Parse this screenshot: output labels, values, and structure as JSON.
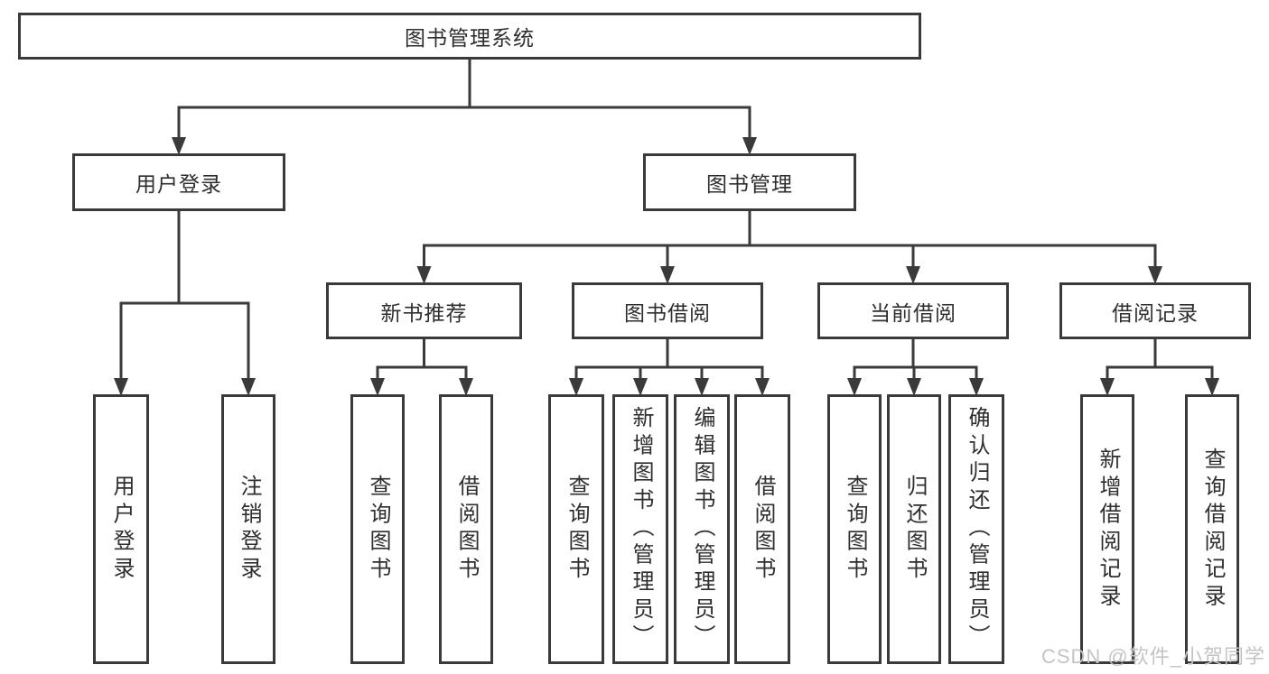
{
  "diagram": {
    "nodes": [
      {
        "id": "root",
        "label": "图书管理系统",
        "parent": null
      },
      {
        "id": "user-login",
        "label": "用户登录",
        "parent": "root"
      },
      {
        "id": "book-mgmt",
        "label": "图书管理",
        "parent": "root"
      },
      {
        "id": "leaf-user-login",
        "label": "用户登录",
        "parent": "user-login"
      },
      {
        "id": "leaf-logout",
        "label": "注销登录",
        "parent": "user-login"
      },
      {
        "id": "new-book-rec",
        "label": "新书推荐",
        "parent": "book-mgmt"
      },
      {
        "id": "book-borrow",
        "label": "图书借阅",
        "parent": "book-mgmt"
      },
      {
        "id": "current-borrow",
        "label": "当前借阅",
        "parent": "book-mgmt"
      },
      {
        "id": "borrow-records",
        "label": "借阅记录",
        "parent": "book-mgmt"
      },
      {
        "id": "nbr-query-books",
        "label": "查询图书",
        "parent": "new-book-rec"
      },
      {
        "id": "nbr-borrow-books",
        "label": "借阅图书",
        "parent": "new-book-rec"
      },
      {
        "id": "bb-query-books",
        "label": "查询图书",
        "parent": "book-borrow"
      },
      {
        "id": "bb-add-books",
        "label": "新增图书（管理员）",
        "parent": "book-borrow"
      },
      {
        "id": "bb-edit-books",
        "label": "编辑图书（管理员）",
        "parent": "book-borrow"
      },
      {
        "id": "bb-borrow-books",
        "label": "借阅图书",
        "parent": "book-borrow"
      },
      {
        "id": "cb-query-books",
        "label": "查询图书",
        "parent": "current-borrow"
      },
      {
        "id": "cb-return-books",
        "label": "归还图书",
        "parent": "current-borrow"
      },
      {
        "id": "cb-confirm-return",
        "label": "确认归还（管理员）",
        "parent": "current-borrow"
      },
      {
        "id": "br-add-record",
        "label": "新增借阅记录",
        "parent": "borrow-records"
      },
      {
        "id": "br-query-record",
        "label": "查询借阅记录",
        "parent": "borrow-records"
      }
    ],
    "watermark": "CSDN @软件_小贺同学",
    "colors": {
      "line": "#3a3a3a",
      "box_border": "#3a3a3a",
      "text": "#2e2e2e",
      "background": "#ffffff",
      "watermark": "#c4c4c4"
    }
  }
}
